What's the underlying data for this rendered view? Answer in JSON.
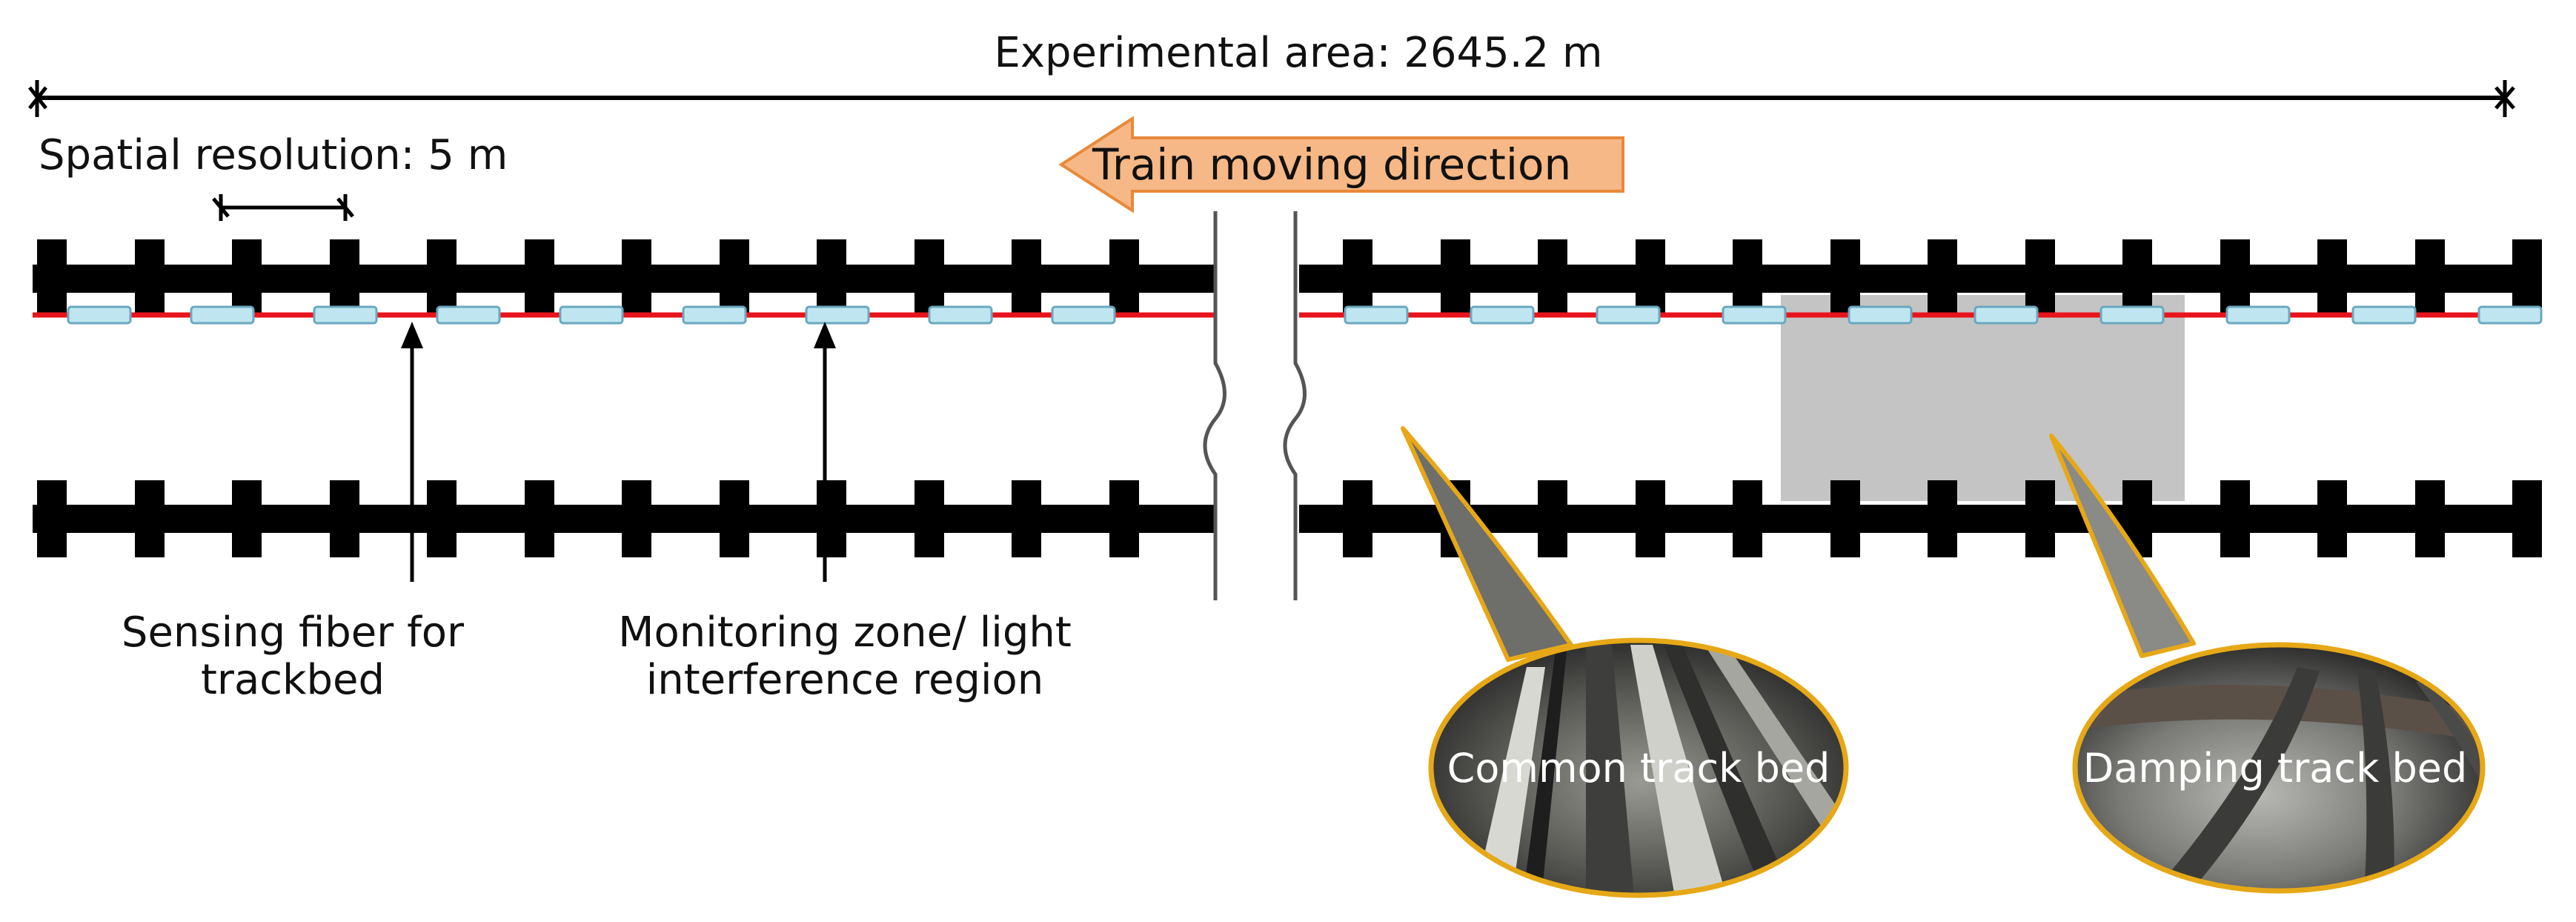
{
  "labels": {
    "experimental_area": "Experimental area: 2645.2 m",
    "spatial_resolution": "Spatial resolution: 5 m",
    "train_direction": "Train  moving direction",
    "sensing_fiber_line1": "Sensing fiber for",
    "sensing_fiber_line2": "trackbed",
    "monitoring_zone_line1": "Monitoring zone/ light",
    "monitoring_zone_line2": "interference region",
    "common_track_bed": "Common track bed",
    "damping_track_bed": "Damping track bed"
  },
  "colors": {
    "rail": "#000000",
    "fiber": "#e8141c",
    "fbg_fill": "#bfe6f0",
    "fbg_stroke": "#6aa8c0",
    "arrow_fill": "#f6b886",
    "arrow_stroke": "#e8893a",
    "damping_zone": "#c4c4c4",
    "callout_border": "#e6a817",
    "photo_dark": "#2c2c2c",
    "photo_light": "#8a8a86"
  },
  "icons": {
    "direction_arrow": "left-arrow-icon",
    "break_mark": "wavy-break-icon"
  }
}
